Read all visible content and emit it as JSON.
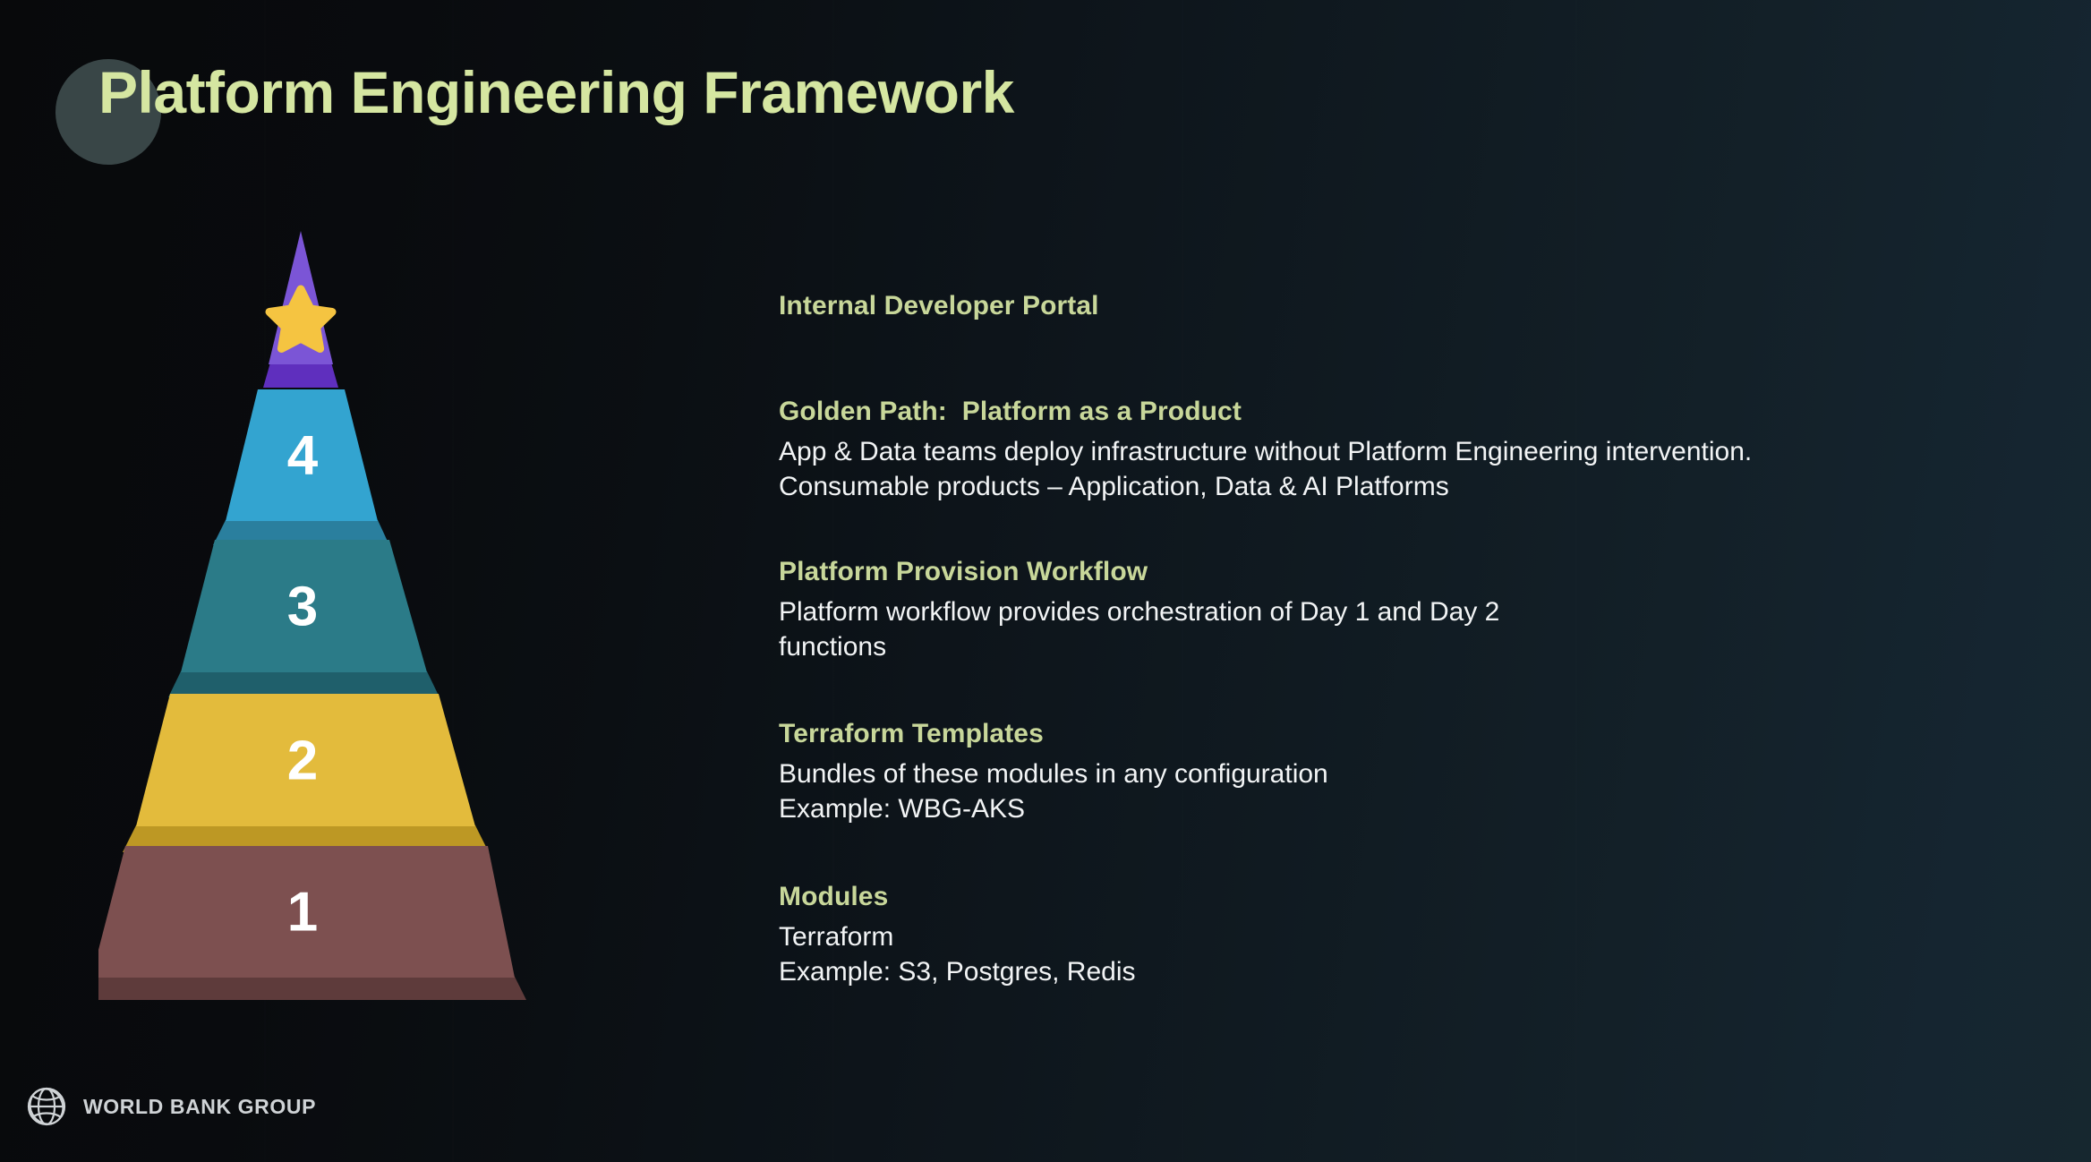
{
  "slide": {
    "title": "Platform Engineering Framework",
    "background_left": "#08090b",
    "background_right": "#16272f",
    "accent_heading_color": "#c8d79a",
    "body_text_color": "#f2f4f5"
  },
  "pyramid": {
    "tiers": [
      {
        "level": "",
        "number_label": "",
        "icon": "star-icon",
        "color": "#7b55d6",
        "base_color": "#5f2fbe",
        "star_color": "#f5c441"
      },
      {
        "level": "4",
        "number_label": "4",
        "color": "#33a4d0",
        "base_color": "#2a7f9e"
      },
      {
        "level": "3",
        "number_label": "3",
        "color": "#2b7b88",
        "base_color": "#1f5f6b"
      },
      {
        "level": "2",
        "number_label": "2",
        "color": "#e3bb3c",
        "base_color": "#bd9824"
      },
      {
        "level": "1",
        "number_label": "1",
        "color": "#7d5050",
        "base_color": "#5e3b3b"
      }
    ]
  },
  "descriptions": [
    {
      "heading": "Internal Developer Portal",
      "body": ""
    },
    {
      "heading": "Golden Path:  Platform as a Product",
      "body": "App & Data teams deploy infrastructure without Platform Engineering intervention.\nConsumable products – Application, Data & AI  Platforms"
    },
    {
      "heading": "Platform Provision Workflow",
      "body": "Platform workflow provides orchestration of Day 1 and Day 2\nfunctions"
    },
    {
      "heading": "Terraform Templates",
      "body": "Bundles of these modules in any configuration\nExample: WBG-AKS"
    },
    {
      "heading": "Modules",
      "body": "Terraform\nExample: S3, Postgres, Redis"
    }
  ],
  "footer": {
    "logo_icon": "globe-icon",
    "logo_text": "WORLD BANK GROUP"
  }
}
